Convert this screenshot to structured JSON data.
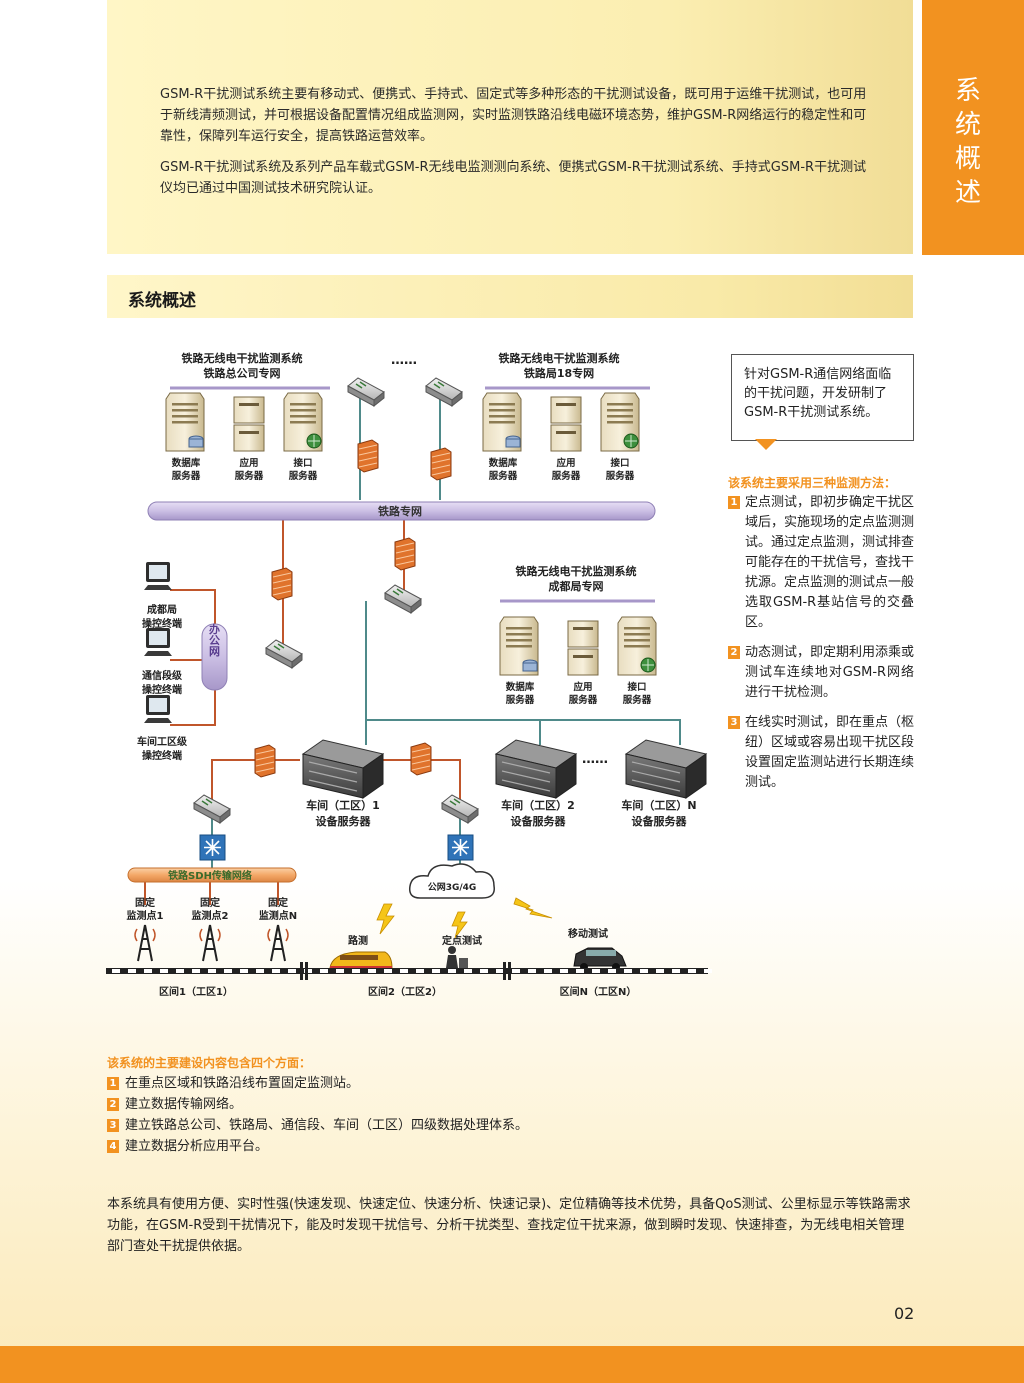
{
  "intro": {
    "para1": "GSM-R干扰测试系统主要有移动式、便携式、手持式、固定式等多种形态的干扰测试设备，既可用于运维干扰测试，也可用于新线清频测试，并可根据设备配置情况组成监测网，实时监测铁路沿线电磁环境态势，维护GSM-R网络运行的稳定性和可靠性，保障列车运行安全，提高铁路运营效率。",
    "para2": "GSM-R干扰测试系统及系列产品车载式GSM-R无线电监测测向系统、便携式GSM-R干扰测试系统、手持式GSM-R干扰测试仪均已通过中国测试技术研究院认证。"
  },
  "side_tab": {
    "label": "系统概述"
  },
  "section": {
    "title": "系统概述"
  },
  "diagram": {
    "top_left_title1": "铁路无线电干扰监测系统",
    "top_left_title2": "铁路总公司专网",
    "ellipsis": "……",
    "top_right_title1": "铁路无线电干扰监测系统",
    "top_right_title2": "铁路局18专网",
    "db_server_l1": "数据库",
    "db_server_l2": "服务器",
    "app_server_l1": "应用",
    "app_server_l2": "服务器",
    "if_server_l1": "接口",
    "if_server_l2": "服务器",
    "rail_net": "铁路专网",
    "chengdu_title1": "铁路无线电干扰监测系统",
    "chengdu_title2": "成都局专网",
    "office_net": "办公网",
    "term1_l1": "成都局",
    "term1_l2": "操控终端",
    "term2_l1": "通信段级",
    "term2_l2": "操控终端",
    "term3_l1": "车间工区级",
    "term3_l2": "操控终端",
    "ws1_l1": "车间（工区）1",
    "ws1_l2": "设备服务器",
    "ws2_l1": "车间（工区）2",
    "ws2_l2": "设备服务器",
    "wsn_l1": "车间（工区）N",
    "wsn_l2": "设备服务器",
    "dots": "……",
    "sdh": "铁路SDH传输网络",
    "public_net": "公网3G/4G",
    "fixed1_l1": "固定",
    "fixed1_l2": "监测点1",
    "fixed2_l1": "固定",
    "fixed2_l2": "监测点2",
    "fixedn_l1": "固定",
    "fixedn_l2": "监测点N",
    "road_test": "路测",
    "spot_test": "定点测试",
    "mobile_test": "移动测试",
    "sec1": "区间1（工区1）",
    "sec2": "区间2（工区2）",
    "secn": "区间N（工区N）"
  },
  "callout": {
    "text": "针对GSM-R通信网络面临的干扰问题，开发研制了GSM-R干扰测试系统。"
  },
  "methods": {
    "heading": "该系统主要采用三种监测方法：",
    "items": [
      {
        "num": "1",
        "text": "定点测试，即初步确定干扰区域后，实施现场的定点监测测试。通过定点监测，测试排查可能存在的干扰信号，查找干扰源。定点监测的测试点一般选取GSM-R基站信号的交叠区。"
      },
      {
        "num": "2",
        "text": "动态测试，即定期利用添乘或测试车连续地对GSM-R网络进行干扰检测。"
      },
      {
        "num": "3",
        "text": "在线实时测试，即在重点（枢纽）区域或容易出现干扰区段设置固定监测站进行长期连续测试。"
      }
    ]
  },
  "build": {
    "heading": "该系统的主要建设内容包含四个方面：",
    "items": [
      {
        "num": "1",
        "text": "在重点区域和铁路沿线布置固定监测站。"
      },
      {
        "num": "2",
        "text": "建立数据传输网络。"
      },
      {
        "num": "3",
        "text": "建立铁路总公司、铁路局、通信段、车间（工区）四级数据处理体系。"
      },
      {
        "num": "4",
        "text": "建立数据分析应用平台。"
      }
    ]
  },
  "summary": {
    "text": "本系统具有使用方便、实时性强(快速发现、快速定位、快速分析、快速记录)、定位精确等技术优势，具备QoS测试、公里标显示等铁路需求功能，在GSM-R受到干扰情况下，能及时发现干扰信号、分析干扰类型、查找定位干扰来源，做到瞬时发现、快速排查，为无线电相关管理部门查处干扰提供依据。"
  },
  "page": {
    "number": "02"
  },
  "colors": {
    "accent": "#f29220",
    "pipe": "#cfc5e6",
    "line_teal": "#4f8a8a",
    "line_red": "#c0562b"
  }
}
